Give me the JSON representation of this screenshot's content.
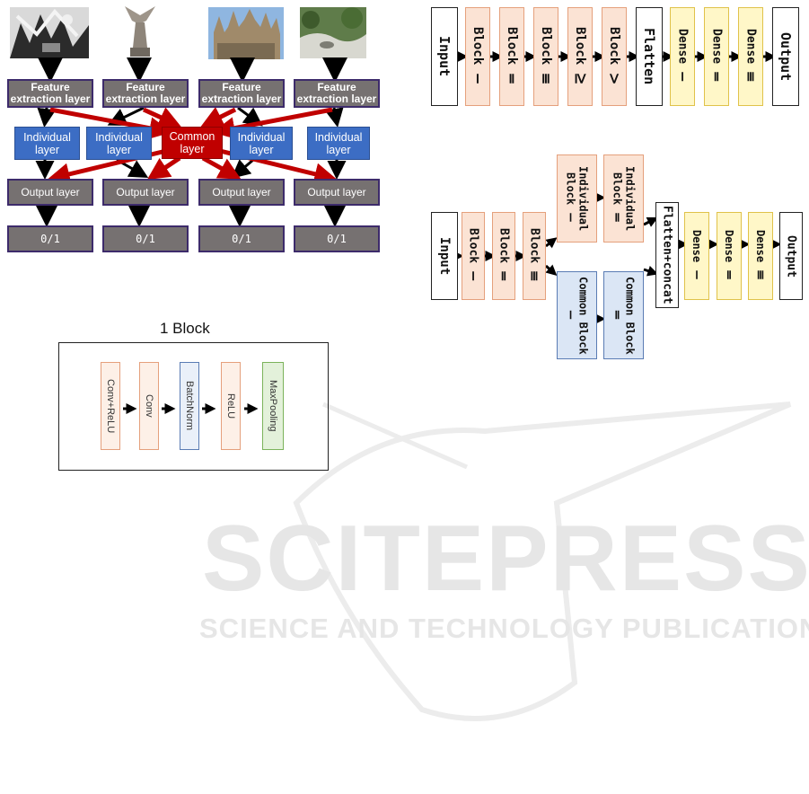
{
  "multitask": {
    "feature_label": "Feature extraction layer",
    "individual_label": "Individual layer",
    "common_label": "Common layer",
    "output_label": "Output layer",
    "result_label": "0/1"
  },
  "arch_top": {
    "input": "Input",
    "blocks": [
      "Block Ⅰ",
      "Block Ⅱ",
      "Block Ⅲ",
      "Block Ⅳ",
      "Block Ⅴ"
    ],
    "flatten": "Flatten",
    "dense": [
      "Dense Ⅰ",
      "Dense Ⅱ",
      "Dense Ⅲ"
    ],
    "output": "Output"
  },
  "arch_bottom": {
    "input": "Input",
    "blocks": [
      "Block Ⅰ",
      "Block Ⅱ",
      "Block Ⅲ"
    ],
    "individual": [
      "Individual Block Ⅰ",
      "Individual Block Ⅱ"
    ],
    "common": [
      "Common Block Ⅰ",
      "Common Block Ⅱ"
    ],
    "flatten": "Flatten+concat",
    "dense": [
      "Dense Ⅰ",
      "Dense Ⅱ",
      "Dense Ⅲ"
    ],
    "output": "Output"
  },
  "one_block": {
    "title": "1  Block",
    "layers": [
      "Conv+ReLU",
      "Conv",
      "BatchNorm",
      "ReLU",
      "MaxPooling"
    ]
  },
  "watermark": {
    "main": "SCITEPRESS",
    "sub": "SCIENCE AND TECHNOLOGY PUBLICATIONS"
  },
  "colors": {
    "red": "#c00000",
    "blue": "#3c6dc4",
    "gray": "#767171",
    "peach": "#fbe3d4",
    "yellow": "#fff7c8",
    "light_blue": "#dbe6f5",
    "green": "#e3f1da"
  }
}
